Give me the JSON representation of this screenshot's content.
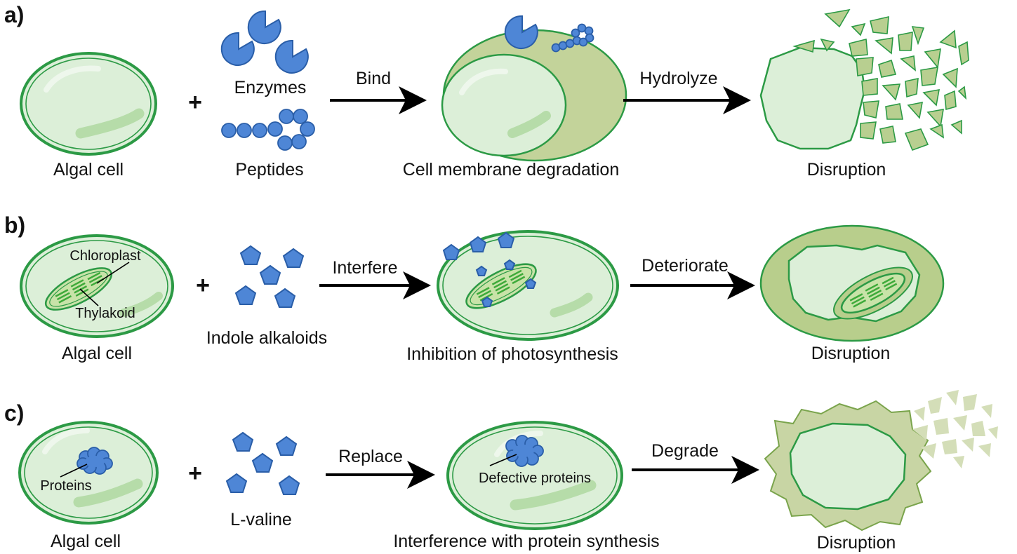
{
  "panels": [
    {
      "tag": "a)",
      "source_label": "Algal cell",
      "agent_labels": [
        "Enzymes",
        "Peptides"
      ],
      "arrow1_label": "Bind",
      "middle_label": "Cell membrane degradation",
      "arrow2_label": "Hydrolyze",
      "result_label": "Disruption"
    },
    {
      "tag": "b)",
      "source_label": "Algal cell",
      "inner_labels": [
        "Chloroplast",
        "Thylakoid"
      ],
      "agent_labels": [
        "Indole alkaloids"
      ],
      "arrow1_label": "Interfere",
      "middle_label": "Inhibition of photosynthesis",
      "arrow2_label": "Deteriorate",
      "result_label": "Disruption"
    },
    {
      "tag": "c)",
      "source_label": "Algal cell",
      "inner_labels": [
        "Proteins"
      ],
      "agent_labels": [
        "L-valine"
      ],
      "arrow1_label": "Replace",
      "middle_label": "Interference with protein synthesis",
      "middle_inner_label": "Defective proteins",
      "arrow2_label": "Degrade",
      "result_label": "Disruption"
    }
  ],
  "plus_sign": "+",
  "colors": {
    "cell_fill": "#dcefd8",
    "cell_stroke": "#2c9a45",
    "degraded_fill": "#c3d39a",
    "molecule_blue": "#4e86d6",
    "arrow": "#000000"
  }
}
